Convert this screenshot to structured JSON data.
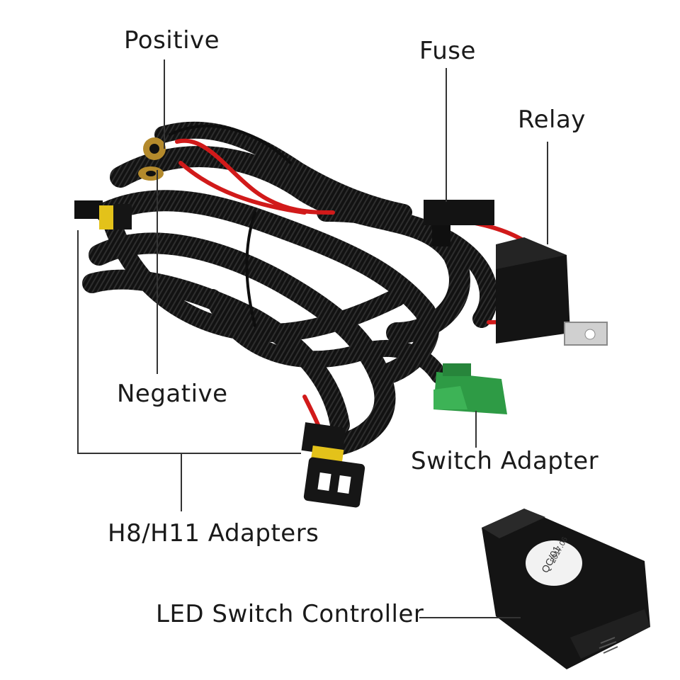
{
  "callouts": {
    "positive": "Positive",
    "fuse": "Fuse",
    "relay": "Relay",
    "negative": "Negative",
    "switch_adapter": "Switch Adapter",
    "h8_h11_adapters": "H8/H11 Adapters",
    "led_switch_controller": "LED Switch Controller"
  },
  "switch_sticker": {
    "line1": "QC/01",
    "line2": "2017.06"
  },
  "colors": {
    "background": "#ffffff",
    "sheathing": "#111111",
    "red_wire": "#d11a1a",
    "connector_yellow": "#e3c21a",
    "switch_adapter_green": "#2e9b45",
    "relay_body": "#141414",
    "ring_terminal": "#b48a2c",
    "leader_line": "#333333"
  }
}
